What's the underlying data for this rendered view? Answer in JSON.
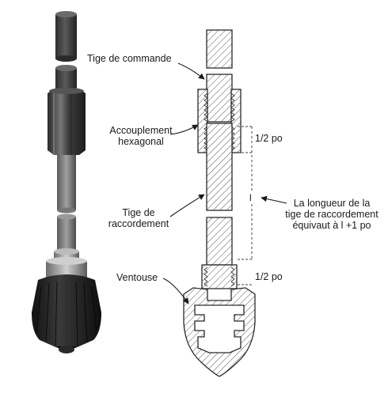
{
  "labels": {
    "control_rod": "Tige de commande",
    "hex_coupling_line1": "Accouplement",
    "hex_coupling_line2": "hexagonal",
    "half_inch_top": "1/2 po",
    "connecting_rod_line1": "Tige de",
    "connecting_rod_line2": "raccordement",
    "length_note_line1": "La longueur de la",
    "length_note_line2": "tige de raccordement",
    "length_note_line3": "équivaut à l +1 po",
    "length_marker": "l",
    "suction_cup": "Ventouse",
    "half_inch_bottom": "1/2 po"
  },
  "colors": {
    "line": "#2a2a2a",
    "hatch": "#555555",
    "rod_dark": "#3a3a3a",
    "rod_light": "#8a8a8a",
    "chuck_black": "#1c1c1c"
  }
}
